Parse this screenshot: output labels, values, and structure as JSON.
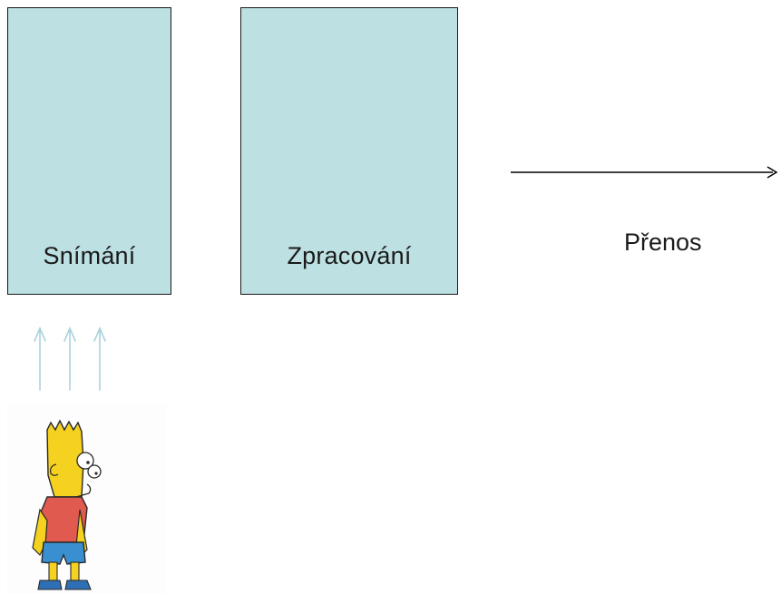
{
  "colors": {
    "block_fill": "#bde0e2",
    "block_border": "#1a1a1a",
    "arrow_line": "#000000",
    "signal_arrows": "#a9d3dc"
  },
  "blocks": [
    {
      "id": "snimani",
      "label": "Snímání"
    },
    {
      "id": "zpracovani",
      "label": "Zpracování"
    }
  ],
  "transfer": {
    "label": "Přenos"
  },
  "figure": {
    "icon": "cartoon-boy-figure"
  }
}
